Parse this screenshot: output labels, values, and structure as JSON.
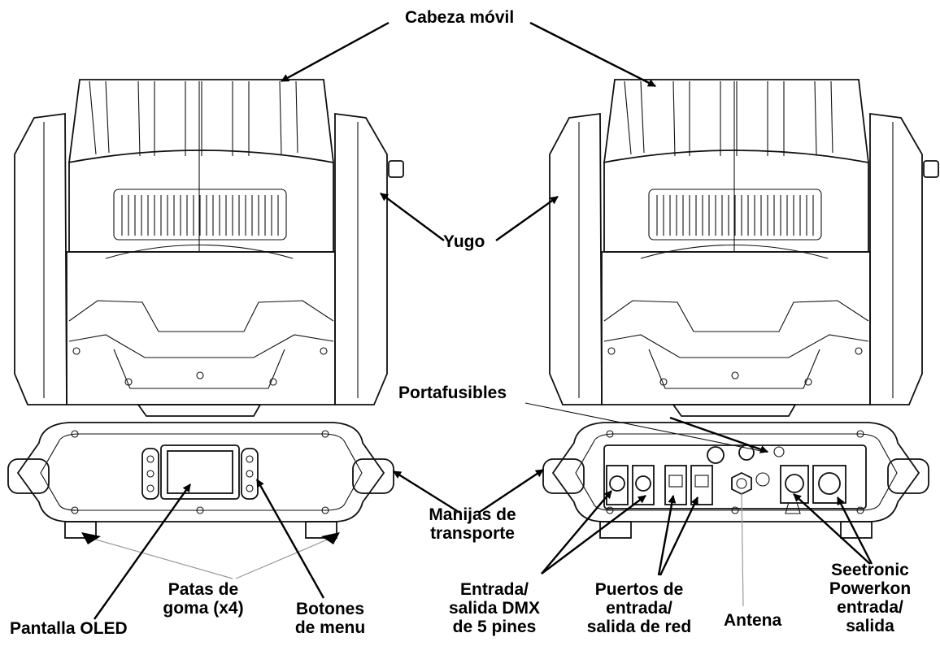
{
  "labels": {
    "moving_head": "Cabeza móvil",
    "yoke": "Yugo",
    "fuse_holder": "Portafusibles",
    "handles_1": "Manijas de",
    "handles_2": "transporte",
    "rubber_feet_1": "Patas de",
    "rubber_feet_2": "goma (x4)",
    "menu_buttons_1": "Botones",
    "menu_buttons_2": "de menu",
    "oled": "Pantalla OLED",
    "dmx_1": "Entrada/",
    "dmx_2": "salida DMX",
    "dmx_3": "de 5 pines",
    "net_1": "Puertos de",
    "net_2": "entrada/",
    "net_3": "salida de red",
    "antenna": "Antena",
    "power_1": "Seetronic",
    "power_2": "Powerkon",
    "power_3": "entrada/",
    "power_4": "salida"
  },
  "colors": {
    "line": "#111111",
    "arrow": "#000000",
    "background": "#ffffff"
  }
}
